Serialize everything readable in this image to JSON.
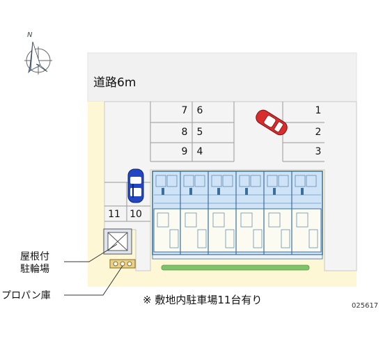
{
  "compass": {
    "north_label": "N"
  },
  "road": {
    "label": "道路6m"
  },
  "parking": {
    "spaces": [
      {
        "label": "7"
      },
      {
        "label": "6"
      },
      {
        "label": "8"
      },
      {
        "label": "5"
      },
      {
        "label": "9"
      },
      {
        "label": "4"
      },
      {
        "label": "1"
      },
      {
        "label": "2"
      },
      {
        "label": "3"
      },
      {
        "label": "11"
      },
      {
        "label": "10"
      }
    ]
  },
  "facilities": {
    "bike_parking": "屋根付\n駐輪場",
    "propane_storage": "プロパン庫"
  },
  "footer": {
    "note": "※ 敷地内駐車場11台有り",
    "code": "025617"
  },
  "colors": {
    "road": "#f1f1f1",
    "lot": "#fdf7d6",
    "building": "#cfe3f6",
    "building_outline": "#3a6e9e",
    "red_car": "#d92c2c",
    "blue_car": "#2346c2",
    "hedge": "#7ec36a"
  },
  "icons": [
    "compass-icon",
    "red-car-icon",
    "blue-car-icon"
  ]
}
